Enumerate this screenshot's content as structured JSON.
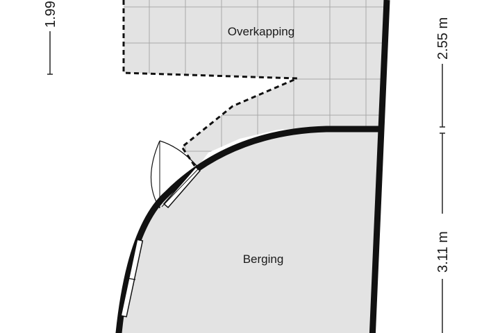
{
  "rooms": {
    "overkapping": "Overkapping",
    "berging": "Berging"
  },
  "dimensions": {
    "left_partial": "1.99",
    "right_top": "2.55 m",
    "right_bottom": "3.11 m"
  },
  "colors": {
    "floor_fill": "#e3e3e3",
    "grid_line": "#a8a8a8",
    "wall": "#111111",
    "dimension_line": "#222222",
    "background": "#ffffff"
  }
}
